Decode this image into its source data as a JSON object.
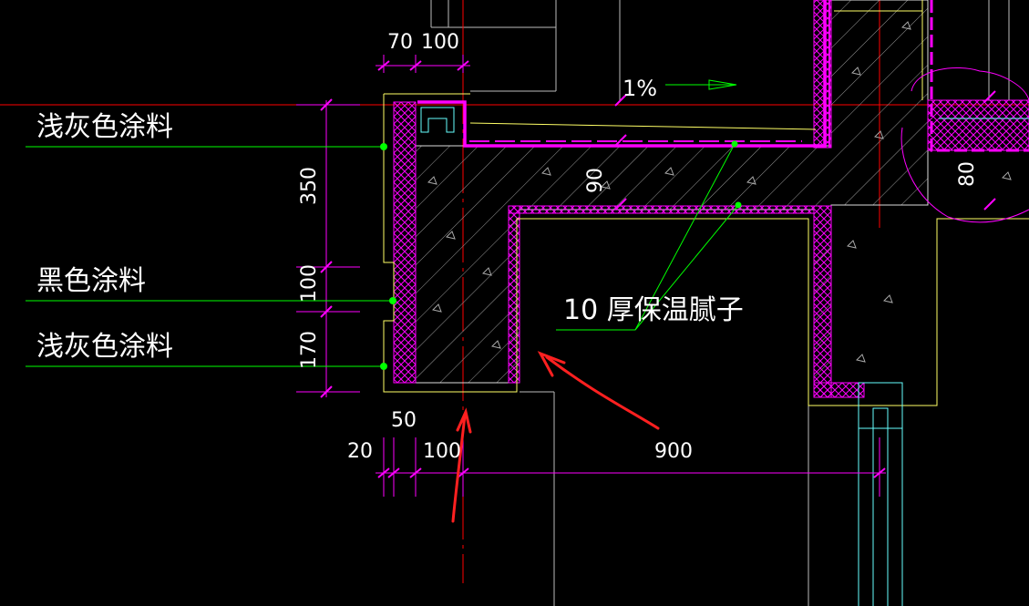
{
  "labels": {
    "light_gray_coating_top": "浅灰色涂料",
    "black_coating": "黑色涂料",
    "light_gray_coating_bottom": "浅灰色涂料",
    "insulation_putty": "10 厚保温腻子",
    "slope": "1%"
  },
  "dimensions": {
    "top_70": "70",
    "top_100": "100",
    "v_350": "350",
    "v_100": "100",
    "v_170": "170",
    "bot_20": "20",
    "bot_50": "50",
    "bot_100": "100",
    "bot_900": "900",
    "slab_90": "90",
    "right_80": "80"
  },
  "colors": {
    "background": "#000000",
    "red": "#ff0000",
    "magenta": "#ff00ff",
    "yellow": "#ffff66",
    "green": "#00ff00",
    "white": "#ffffff",
    "cyan": "#66ffff",
    "hatch": "#c0c0c0"
  }
}
